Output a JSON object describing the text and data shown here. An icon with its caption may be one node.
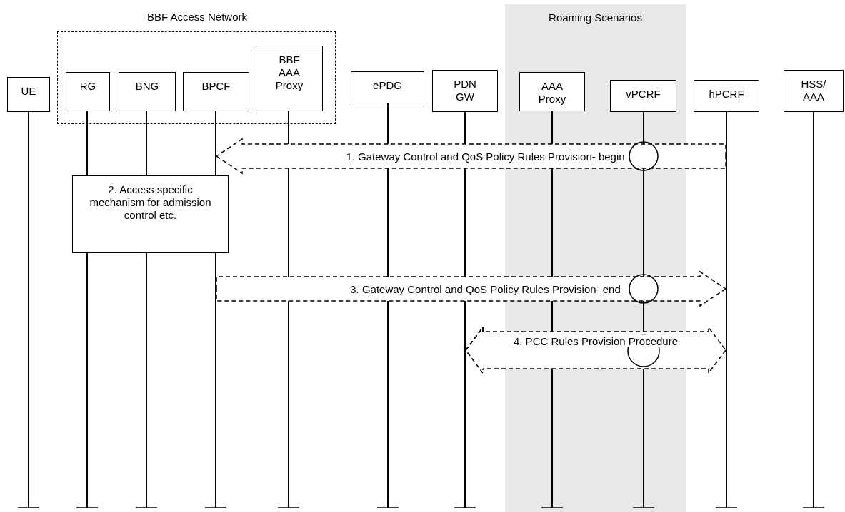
{
  "diagram": {
    "nodes": [
      {
        "text": [
          "BBF Access Network"
        ]
      },
      {
        "text": [
          "Roaming Scenarios"
        ]
      },
      {
        "text": [
          "UE"
        ]
      },
      {
        "text": [
          "RG"
        ],
        "in": 0
      },
      {
        "text": [
          "BNG"
        ],
        "in": 0
      },
      {
        "text": [
          "BPCF"
        ],
        "in": 0
      },
      {
        "text": [
          "BBF AAA Proxy"
        ],
        "in": 0
      },
      {
        "text": [
          "ePDG"
        ]
      },
      {
        "text": [
          "PDN GW"
        ]
      },
      {
        "text": [
          "AAA Proxy"
        ],
        "in": 1
      },
      {
        "text": [
          "vPCRF"
        ],
        "in": 1
      },
      {
        "text": [
          "hPCRF"
        ]
      },
      {
        "text": [
          "HSS/ AAA"
        ]
      },
      {
        "text": [
          "2. Access specific mechanism for admission control etc."
        ]
      },
      {
        "text": [],
        "shape": "line"
      },
      {
        "text": [],
        "shape": "line"
      },
      {
        "text": [],
        "shape": "line"
      },
      {
        "text": [],
        "shape": "line"
      },
      {
        "text": [],
        "shape": "line"
      },
      {
        "text": [],
        "shape": "line"
      },
      {
        "text": [],
        "shape": "line"
      },
      {
        "text": [],
        "shape": "line",
        "in": 1
      },
      {
        "text": [],
        "shape": "line",
        "in": 1
      },
      {
        "text": [],
        "shape": "line"
      },
      {
        "text": [],
        "shape": "line"
      }
    ],
    "edges": [
      {
        "from": 23,
        "to": 17,
        "arrow": "to",
        "label": "1. Gateway Control and QoS Policy Rules Provision- begin",
        "style": "dashed"
      },
      {
        "from": 17,
        "to": 23,
        "arrow": "to",
        "label": "3. Gateway Control and QoS Policy Rules Provision- end",
        "style": "dashed"
      },
      {
        "from": 20,
        "to": 23,
        "arrow": "both",
        "label": "4. PCC Rules Provision Procedure",
        "style": "dashed"
      }
    ]
  }
}
